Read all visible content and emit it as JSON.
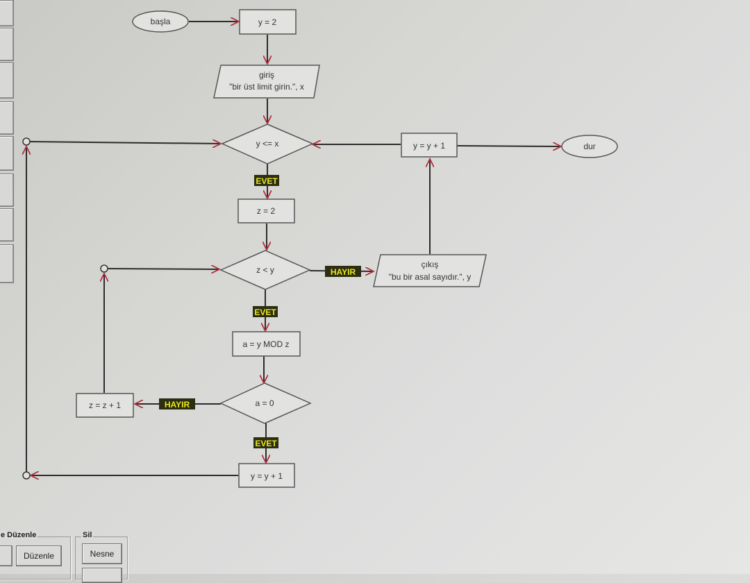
{
  "nodes": {
    "start": "başla",
    "init_y": "y = 2",
    "input_title": "giriş",
    "input_args": "\"bir üst limit girin.\", x",
    "cond_y_le_x": "y <= x",
    "y_plus_one_top": "y = y + 1",
    "stop": "dur",
    "init_z": "z = 2",
    "cond_z_lt_y": "z < y",
    "output_title": "çıkış",
    "output_args": "\"bu bir asal sayıdır.\", y",
    "mod_assign": "a = y MOD z",
    "cond_a_eq_0": "a = 0",
    "z_plus_one": "z = z + 1",
    "y_plus_one_bottom": "y = y + 1"
  },
  "labels": {
    "yes": "EVET",
    "no": "HAYIR"
  },
  "panels": {
    "edit_title": "e Düzenle",
    "edit_button": "Düzenle",
    "delete_title": "Sil",
    "delete_button": "Nesne"
  },
  "colors": {
    "line": "#2b2b2b",
    "arrow_head": "#b03040",
    "label_bg": "#2d2d12",
    "label_text": "#e8e820"
  }
}
